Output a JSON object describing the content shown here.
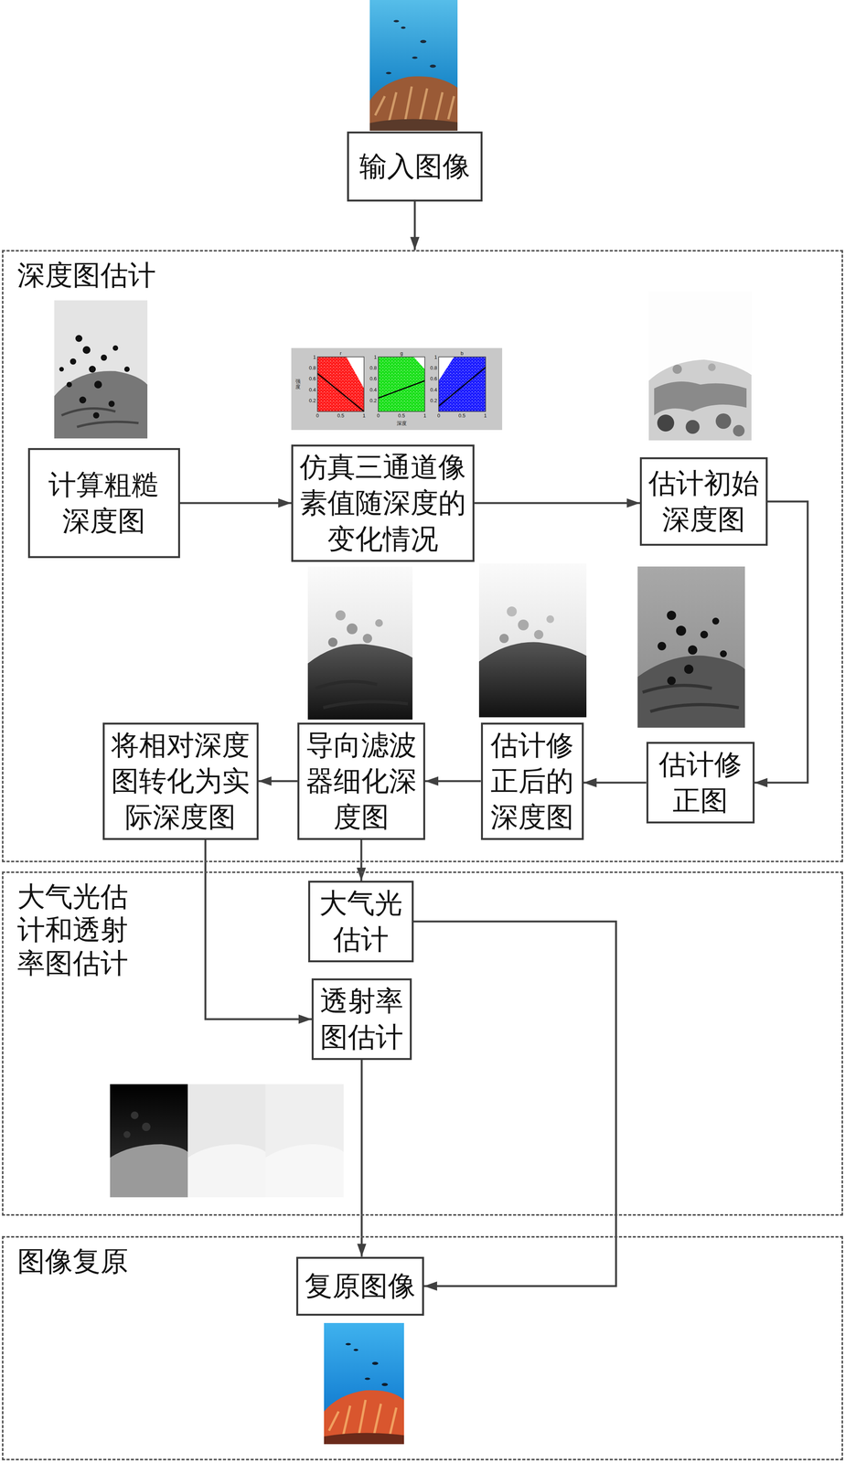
{
  "diagram": {
    "nodes": [
      {
        "text": [
          "输入图像"
        ]
      },
      {
        "text": [
          "深度图估计"
        ]
      },
      {
        "text": [
          "计算粗糙 深度图"
        ],
        "in": 1
      },
      {
        "text": [
          "仿真三通道像 素值随深度的 变化情况"
        ],
        "in": 1
      },
      {
        "text": [
          "估计初始 深度图"
        ],
        "in": 1
      },
      {
        "text": [
          "将相对深度 图转化为实 际深度图"
        ],
        "in": 1
      },
      {
        "text": [
          "导向滤波 器细化深 度图"
        ],
        "in": 1
      },
      {
        "text": [
          "估计修 正后的 深度图"
        ],
        "in": 1
      },
      {
        "text": [
          "估计修 正图"
        ],
        "in": 1
      },
      {
        "text": [
          "大气光估 计和透射 率图估计"
        ]
      },
      {
        "text": [
          "大气光 估计"
        ],
        "in": 9
      },
      {
        "text": [
          "透射率 图估计"
        ],
        "in": 9
      },
      {
        "text": [
          "图像复原"
        ]
      },
      {
        "text": [
          "复原图像"
        ],
        "in": 12
      }
    ],
    "edges": [
      {
        "from": 0,
        "to": 1,
        "arrow": "to"
      },
      {
        "from": 2,
        "to": 3,
        "arrow": "to"
      },
      {
        "from": 3,
        "to": 4,
        "arrow": "to"
      },
      {
        "from": 4,
        "to": 8,
        "arrow": "to"
      },
      {
        "from": 8,
        "to": 7,
        "arrow": "to"
      },
      {
        "from": 7,
        "to": 6,
        "arrow": "to"
      },
      {
        "from": 6,
        "to": 5,
        "arrow": "to"
      },
      {
        "from": 6,
        "to": 10,
        "arrow": "to"
      },
      {
        "from": 5,
        "to": 11,
        "arrow": "to"
      },
      {
        "from": 10,
        "to": 13,
        "arrow": "to"
      },
      {
        "from": 11,
        "to": 13,
        "arrow": "to"
      }
    ],
    "labels": [
      "r",
      "1",
      "0.8",
      "0.6",
      "0.4",
      "0.2",
      "0",
      "0.5",
      "1",
      "g",
      "1",
      "0.8",
      "0.6",
      "0.4",
      "0.2",
      "0",
      "0.5",
      "1",
      "b",
      "1",
      "0.8",
      "0.6",
      "0.4",
      "0.2",
      "0",
      "0.5",
      "1",
      "强度",
      "深度"
    ]
  }
}
